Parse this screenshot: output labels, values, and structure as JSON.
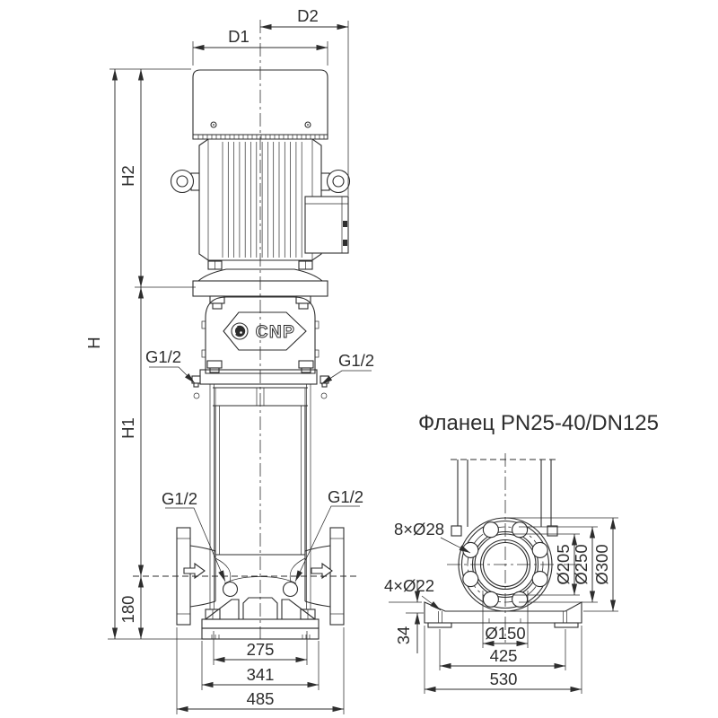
{
  "elevation": {
    "brand": "CNP",
    "port_thread": "G1/2",
    "dims": {
      "d1": "D1",
      "d2": "D2",
      "h": "H",
      "h2": "H2",
      "h1": "H1",
      "height_180": "180",
      "width_275": "275",
      "width_341": "341",
      "width_485": "485"
    }
  },
  "flange_view": {
    "title": "Фланец PN25-40/DN125",
    "dims": {
      "bolt_holes": "8×Ø28",
      "base_holes": "4×Ø22",
      "base_height": "34",
      "d205": "Ø205",
      "d250": "Ø250",
      "d300": "Ø300",
      "d150": "Ø150",
      "bolt_spacing": "425",
      "base_width": "530"
    }
  },
  "style": {
    "line_color": "#2d2d2d",
    "background": "#ffffff"
  }
}
